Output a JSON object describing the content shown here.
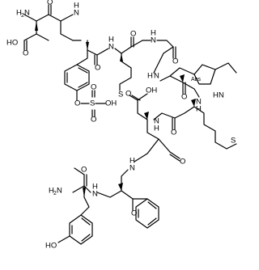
{
  "atoms": {
    "h2n_top": "H",
    "h2n_top_sub": "2",
    "h2n_top_n": "N",
    "ho_asp1": "HO",
    "o_asp1_acid": "O",
    "o_asp1_amide": "O",
    "nh_1": "N",
    "h_1": "H",
    "o_tyr_amide": "O",
    "nh_2": "N",
    "h_2": "H",
    "o_met_amide": "O",
    "nh_3": "N",
    "h_3": "H",
    "s_met1": "S",
    "o_gly_amide": "O",
    "nh_4": "N",
    "h_4": "H",
    "ind_h": "H",
    "ind_n": "N",
    "abs_label": "Abs",
    "o_phenol": "O",
    "s_sulfate": "S",
    "oh_sulfate": "OH",
    "o_sulf_1": "O",
    "o_sulf_2": "O",
    "o_trp_amide": "O",
    "nh_5": "N",
    "h_5": "H",
    "o_asp2_acid_top": "O",
    "oh_asp2": "OH",
    "o_met2_amide": "O",
    "nh_6": "N",
    "h_6": "H",
    "s_met2": "S",
    "o_asp2_amide": "O",
    "nh_7": "N",
    "h_7": "H",
    "o_tyr_c_amide": "O",
    "h2n_bottom": "H",
    "h2n_bottom_sub": "2",
    "h2n_bottom_n": "N",
    "nh_8": "N",
    "h_8": "H",
    "o_phe_amide": "O",
    "ho_bottom": "HO"
  }
}
